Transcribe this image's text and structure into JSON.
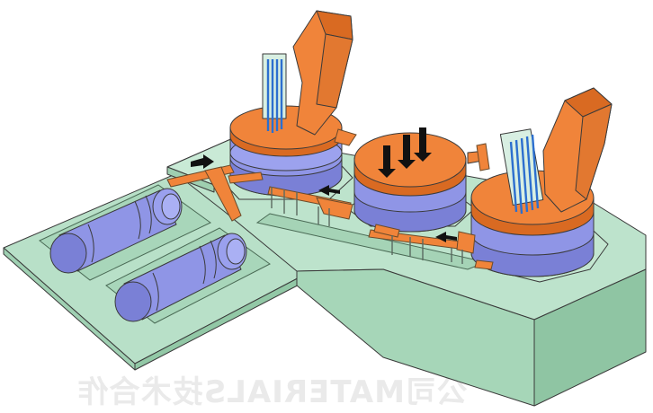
{
  "watermark": "公司MATERIALS技术合作",
  "colors": {
    "background": "#ffffff",
    "platform_top": "#b8e0c8",
    "platform_side": "#a3d4b6",
    "platform_front": "#92c8a6",
    "vessel_orange": "#f0843a",
    "vessel_orange_dark": "#d96a22",
    "vessel_blue": "#8f95e6",
    "vessel_blue_dark": "#6f74c8",
    "electrode_blue": "#2c6fcf",
    "arrow_black": "#111111"
  },
  "components": [
    {
      "name": "arc-furnace-left",
      "icon": "furnace-icon"
    },
    {
      "name": "ladle-furnace-center",
      "icon": "furnace-icon"
    },
    {
      "name": "arc-furnace-right",
      "icon": "furnace-icon"
    },
    {
      "name": "ingot-mold-1",
      "icon": "cylinder-icon"
    },
    {
      "name": "ingot-mold-2",
      "icon": "cylinder-icon"
    }
  ]
}
